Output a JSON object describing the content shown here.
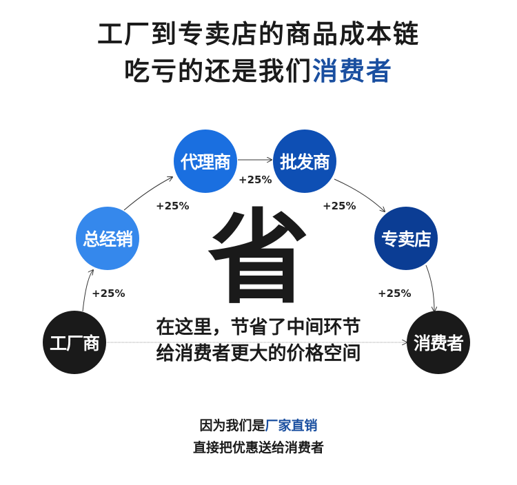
{
  "title": {
    "line1": "工厂到专卖店的商品成本链",
    "line2_prefix": "吃亏的还是我们",
    "line2_highlight": "消费者"
  },
  "nodes": [
    {
      "label": "工厂商",
      "color": "#1a1a1a"
    },
    {
      "label": "总经销",
      "color": "#3588ec"
    },
    {
      "label": "代理商",
      "color": "#1a6fe0"
    },
    {
      "label": "批发商",
      "color": "#0e4fb4"
    },
    {
      "label": "专卖店",
      "color": "#0b3d94"
    },
    {
      "label": "消费者",
      "color": "#1a1a1a"
    }
  ],
  "markups": [
    "+25%",
    "+25%",
    "+25%",
    "+25%",
    "+25%"
  ],
  "center": {
    "big_char": "省",
    "line1": "在这里，节省了中间环节",
    "line2": "给消费者更大的价格空间"
  },
  "footer": {
    "line1_prefix": "因为我们是",
    "line1_highlight": "厂家直销",
    "line2": "直接把优惠送给消费者"
  }
}
